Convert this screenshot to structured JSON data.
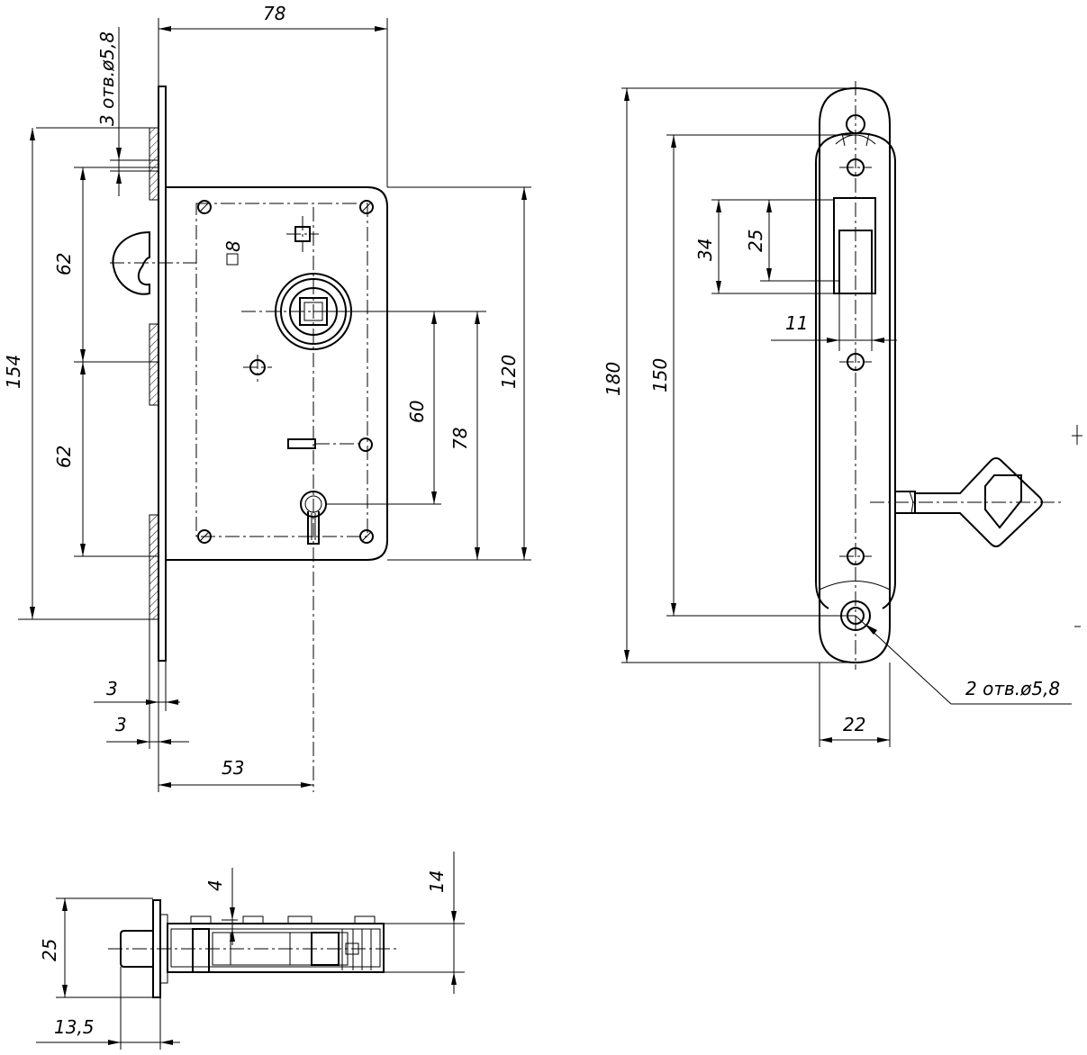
{
  "dimensions": {
    "lock_body_width": "78",
    "fixing_holes_note": "3 отв.ø5,8",
    "faceplate_length": "154",
    "upper_spacing": "62",
    "lower_spacing": "62",
    "spindle_square": "8",
    "spindle_to_keyhole": "60",
    "spindle_to_bottom": "78",
    "body_height": "120",
    "faceplate_thickness": "3",
    "faceplate_offset": "3",
    "backset": "53",
    "strike_length": "180",
    "strike_hole_spacing": "150",
    "opening_height": "34",
    "bolt_height": "25",
    "opening_width": "11",
    "strike_holes_note": "2 отв.ø5,8",
    "strike_width": "22",
    "side_offset": "4",
    "side_height": "14",
    "side_total_height": "25",
    "bolt_projection": "13,5"
  }
}
